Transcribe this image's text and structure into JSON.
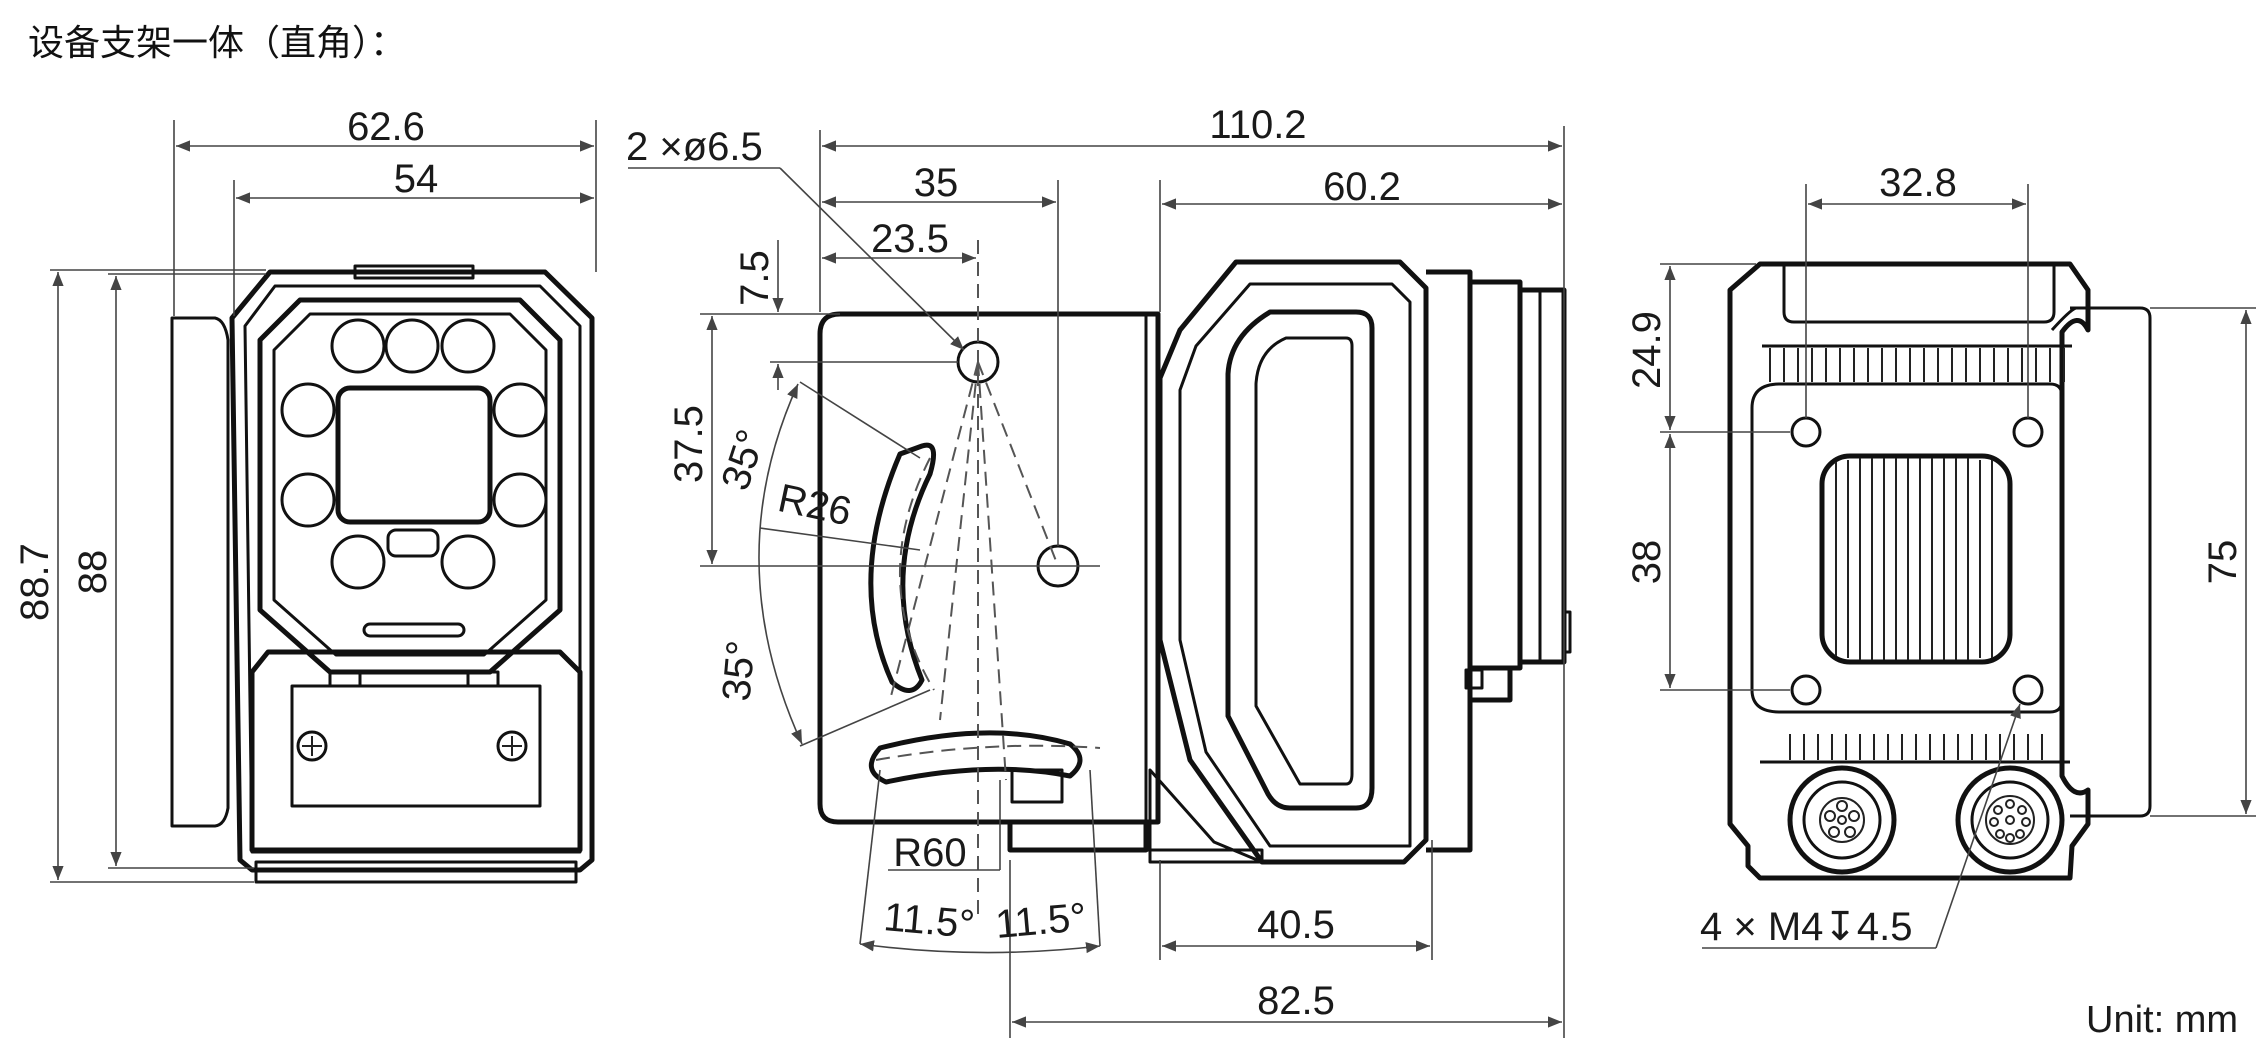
{
  "title": "设备支架一体（直角）：",
  "unit": "Unit: mm",
  "front_view": {
    "width_outer": "62.6",
    "width_inner": "54",
    "height_outer": "88.7",
    "height_inner": "88"
  },
  "side_view": {
    "hole_callout": "2 ×ø6.5",
    "overall_length": "110.2",
    "hole_offset_35": "35",
    "hole_offset_23_5": "23.5",
    "body_length": "60.2",
    "vertical_7_5": "7.5",
    "vertical_37_5": "37.5",
    "angle_upper": "35°",
    "angle_lower": "35°",
    "radius_26": "R26",
    "radius_60": "R60",
    "angle_left": "11.5°",
    "angle_right": "11.5°",
    "length_40_5": "40.5",
    "length_82_5": "82.5"
  },
  "rear_view": {
    "hole_spacing": "32.8",
    "vertical_24_9": "24.9",
    "vertical_38": "38",
    "height_75": "75",
    "thread_callout": "4 × M4↧4.5"
  }
}
